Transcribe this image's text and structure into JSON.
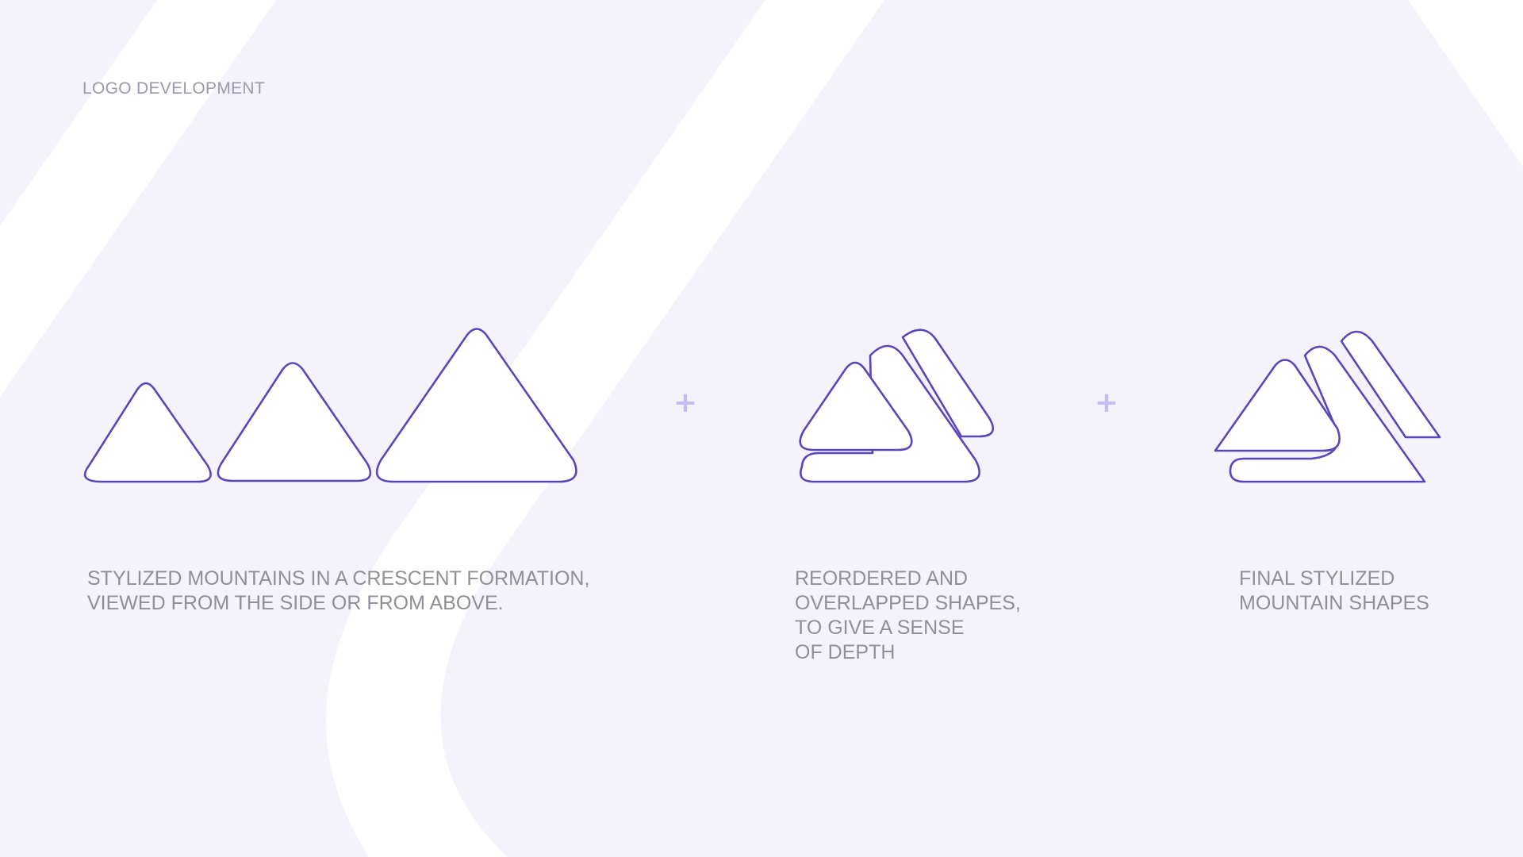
{
  "header": {
    "label": "LOGO DEVELOPMENT"
  },
  "colors": {
    "background": "#f4f3fc",
    "band": "#ffffff",
    "outline": "#5b46b9",
    "shape_fill": "#ffffff",
    "plus": "#c5bdf1",
    "caption_text": "#8f8f98",
    "label_text": "#9a9aaa"
  },
  "steps": [
    {
      "name": "crescent-mountains",
      "caption_lines": [
        "STYLIZED MOUNTAINS IN A CRESCENT FORMATION,",
        "VIEWED FROM THE SIDE OR FROM ABOVE."
      ]
    },
    {
      "name": "overlapped-shapes",
      "caption_lines": [
        "REORDERED AND",
        "OVERLAPPED SHAPES,",
        "TO GIVE A SENSE",
        "OF DEPTH"
      ]
    },
    {
      "name": "final-mountains",
      "caption_lines": [
        "FINAL STYLIZED",
        "MOUNTAIN SHAPES"
      ]
    }
  ],
  "connectors": [
    {
      "symbol": "+"
    },
    {
      "symbol": "+"
    }
  ]
}
